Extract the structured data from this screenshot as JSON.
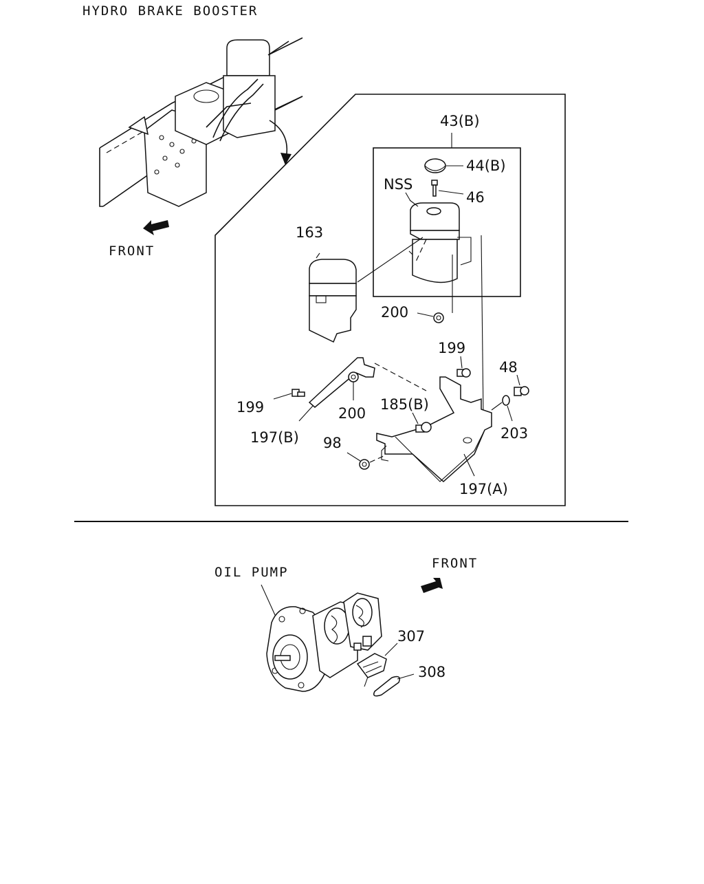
{
  "sections": {
    "top": {
      "title": "HYDRO BRAKE BOOSTER",
      "front": "FRONT"
    },
    "bottom": {
      "title": "OIL PUMP",
      "front": "FRONT"
    }
  },
  "callouts": {
    "p43b": "43(B)",
    "p44b": "44(B)",
    "nss": "NSS",
    "p46": "46",
    "p163": "163",
    "p200a": "200",
    "p199a": "199",
    "p48": "48",
    "p199b": "199",
    "p185b": "185(B)",
    "p200b": "200",
    "p203": "203",
    "p197b": "197(B)",
    "p98": "98",
    "p197a": "197(A)",
    "p307": "307",
    "p308": "308"
  }
}
